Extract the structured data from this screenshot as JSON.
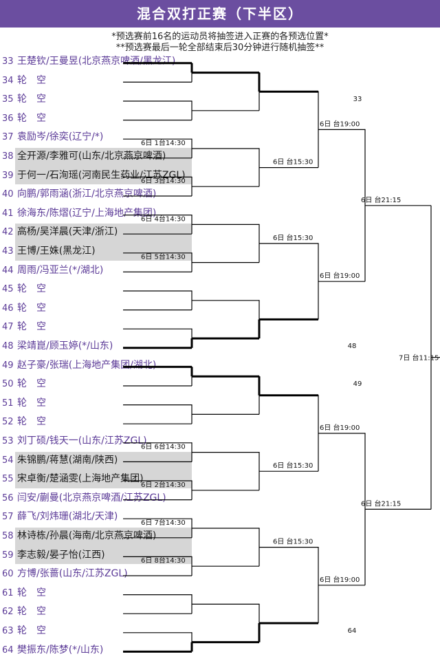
{
  "title": "混合双打正赛（下半区）",
  "notes": [
    "*预选赛前16名的运动员将抽签进入正赛的各预选位置*",
    "**预选赛最后一轮全部结束后30分钟进行随机抽签**"
  ],
  "entries": [
    {
      "seed": "33",
      "name": "王楚钦/王曼昱(北京燕京啤酒/黑龙江)",
      "shaded": false
    },
    {
      "seed": "34",
      "name": "轮　空",
      "shaded": false
    },
    {
      "seed": "35",
      "name": "轮　空",
      "shaded": false
    },
    {
      "seed": "36",
      "name": "轮　空",
      "shaded": false
    },
    {
      "seed": "37",
      "name": "袁励岑/徐奕(辽宁/*)",
      "shaded": false
    },
    {
      "seed": "38",
      "name": "全开源/李雅可(山东/北京燕京啤酒)",
      "shaded": true
    },
    {
      "seed": "39",
      "name": "于何一/石洵瑶(河南民生药业/江苏ZGL)",
      "shaded": true
    },
    {
      "seed": "40",
      "name": "向鹏/郭雨涵(浙江/北京燕京啤酒)",
      "shaded": false
    },
    {
      "seed": "41",
      "name": "徐海东/陈熠(辽宁/上海地产集团)",
      "shaded": false
    },
    {
      "seed": "42",
      "name": "高杨/吴洋晨(天津/浙江)",
      "shaded": true
    },
    {
      "seed": "43",
      "name": "王博/王姝(黑龙江)",
      "shaded": true
    },
    {
      "seed": "44",
      "name": "周雨/冯亚兰(*/湖北)",
      "shaded": false
    },
    {
      "seed": "45",
      "name": "轮　空",
      "shaded": false
    },
    {
      "seed": "46",
      "name": "轮　空",
      "shaded": false
    },
    {
      "seed": "47",
      "name": "轮　空",
      "shaded": false
    },
    {
      "seed": "48",
      "name": "梁靖崑/顾玉婷(*/山东)",
      "shaded": false
    },
    {
      "seed": "49",
      "name": "赵子豪/张瑞(上海地产集团/湖北)",
      "shaded": false
    },
    {
      "seed": "50",
      "name": "轮　空",
      "shaded": false
    },
    {
      "seed": "51",
      "name": "轮　空",
      "shaded": false
    },
    {
      "seed": "52",
      "name": "轮　空",
      "shaded": false
    },
    {
      "seed": "53",
      "name": "刘丁硕/钱天一(山东/江苏ZGL)",
      "shaded": false
    },
    {
      "seed": "54",
      "name": "朱锦鹏/蒋慧(湖南/陕西)",
      "shaded": true
    },
    {
      "seed": "55",
      "name": "宋卓衡/楚涵雯(上海地产集团)",
      "shaded": true
    },
    {
      "seed": "56",
      "name": "闫安/蒯曼(北京燕京啤酒/江苏ZGL)",
      "shaded": false
    },
    {
      "seed": "57",
      "name": "薛飞/刘炜珊(湖北/天津)",
      "shaded": false
    },
    {
      "seed": "58",
      "name": "林诗栋/孙晨(海南/北京燕京啤酒)",
      "shaded": true
    },
    {
      "seed": "59",
      "name": "李志毅/晏子怡(江西)",
      "shaded": true
    },
    {
      "seed": "60",
      "name": "方博/张蔷(山东/江苏ZGL)",
      "shaded": false
    },
    {
      "seed": "61",
      "name": "轮　空",
      "shaded": false
    },
    {
      "seed": "62",
      "name": "轮　空",
      "shaded": false
    },
    {
      "seed": "63",
      "name": "轮　空",
      "shaded": false
    },
    {
      "seed": "64",
      "name": "樊振东/陈梦(*/山东)",
      "shaded": false
    }
  ],
  "schedule": {
    "r1": [
      "6日 1台14:30",
      "6日 3台14:30",
      "6日 4台14:30",
      "6日 5台14:30",
      "6日 6台14:30",
      "6日 2台14:30",
      "6日 7台14:30",
      "6日 8台14:30"
    ],
    "r2": [
      "6日 台15:30",
      "6日 台15:30",
      "6日 台15:30",
      "6日 台15:30"
    ],
    "r3": [
      "6日 台19:00",
      "6日 台19:00",
      "6日 台19:00",
      "6日 台19:00"
    ],
    "r4": [
      "6日 台21:15",
      "6日 台21:15"
    ],
    "r5": "7日 台11:15"
  },
  "advance_labels": [
    "33",
    "48",
    "49",
    "64"
  ],
  "colors": {
    "title_bg": "#6b4ea0",
    "name_purple": "#5b3a97",
    "shade": "#d6d6d6"
  }
}
